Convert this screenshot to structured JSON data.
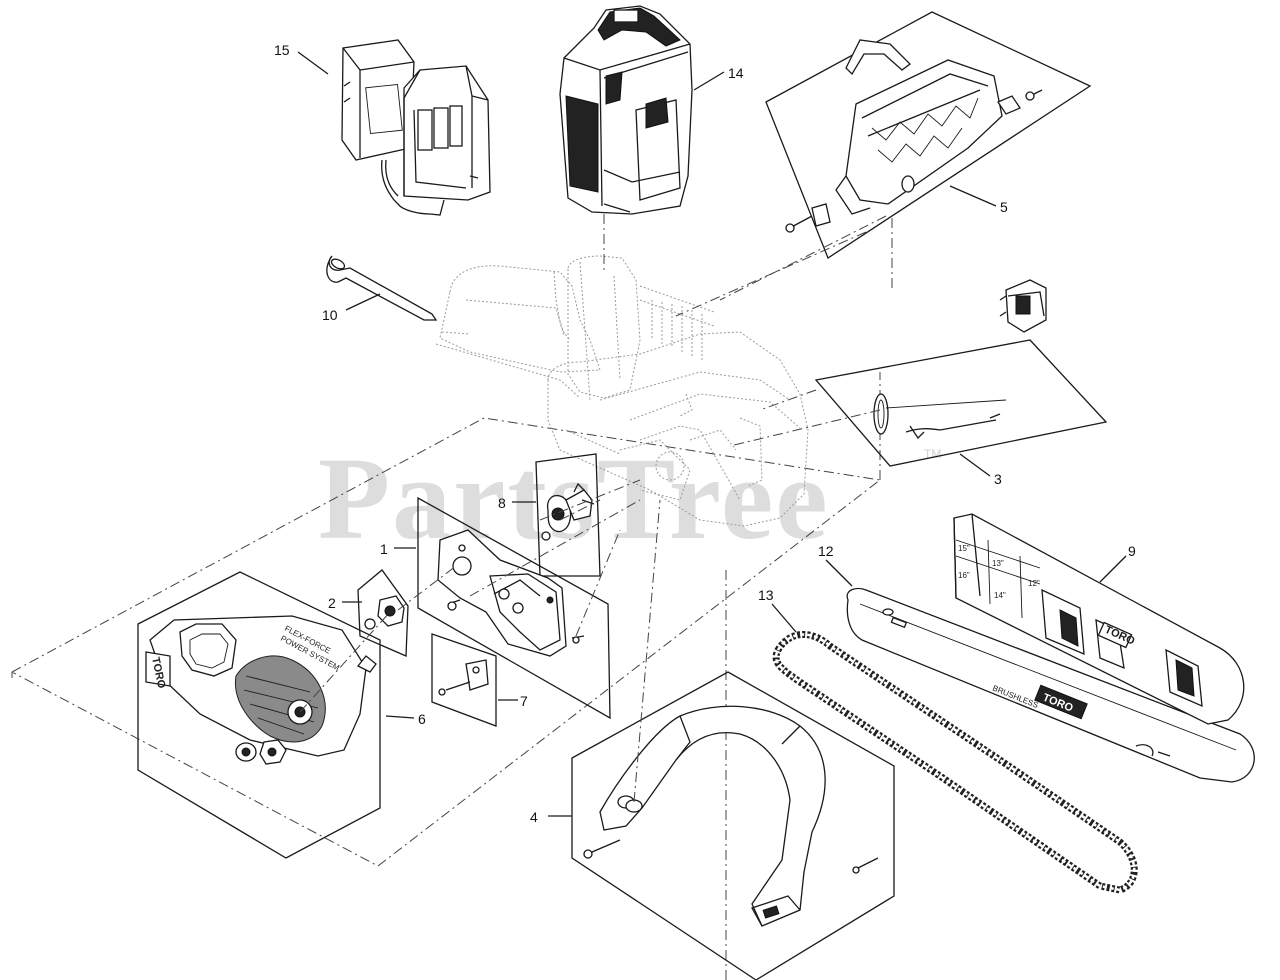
{
  "watermark": {
    "text": "PartsTree",
    "tm": "TM"
  },
  "callouts": {
    "c1": "1",
    "c2": "2",
    "c3": "3",
    "c4": "4",
    "c5": "5",
    "c6": "6",
    "c7": "7",
    "c8": "8",
    "c9": "9",
    "c10": "10",
    "c12": "12",
    "c13": "13",
    "c14": "14",
    "c15": "15"
  },
  "labels": {
    "brand_cover": "TORO",
    "flex_force": "FLEX-FORCE",
    "power_system": "POWER SYSTEM",
    "brand_scabbard": "TORO",
    "brand_bar": "TORO",
    "brushless": "BRUSHLESS",
    "size_15": "15\"",
    "size_16": "16\"",
    "size_13": "13\"",
    "size_14": "14\"",
    "size_12": "12\""
  }
}
